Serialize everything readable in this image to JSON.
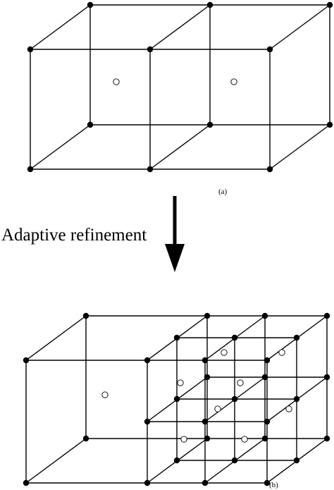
{
  "panel_a": {
    "label": "(a)"
  },
  "panel_b": {
    "label": "(b)"
  },
  "transition": {
    "text": "Adaptive refinement",
    "arrow_icon": "down-arrow"
  },
  "colors": {
    "line": "#000000",
    "node": "#000000",
    "center_fill": "#ffffff",
    "background": "#ffffff"
  }
}
